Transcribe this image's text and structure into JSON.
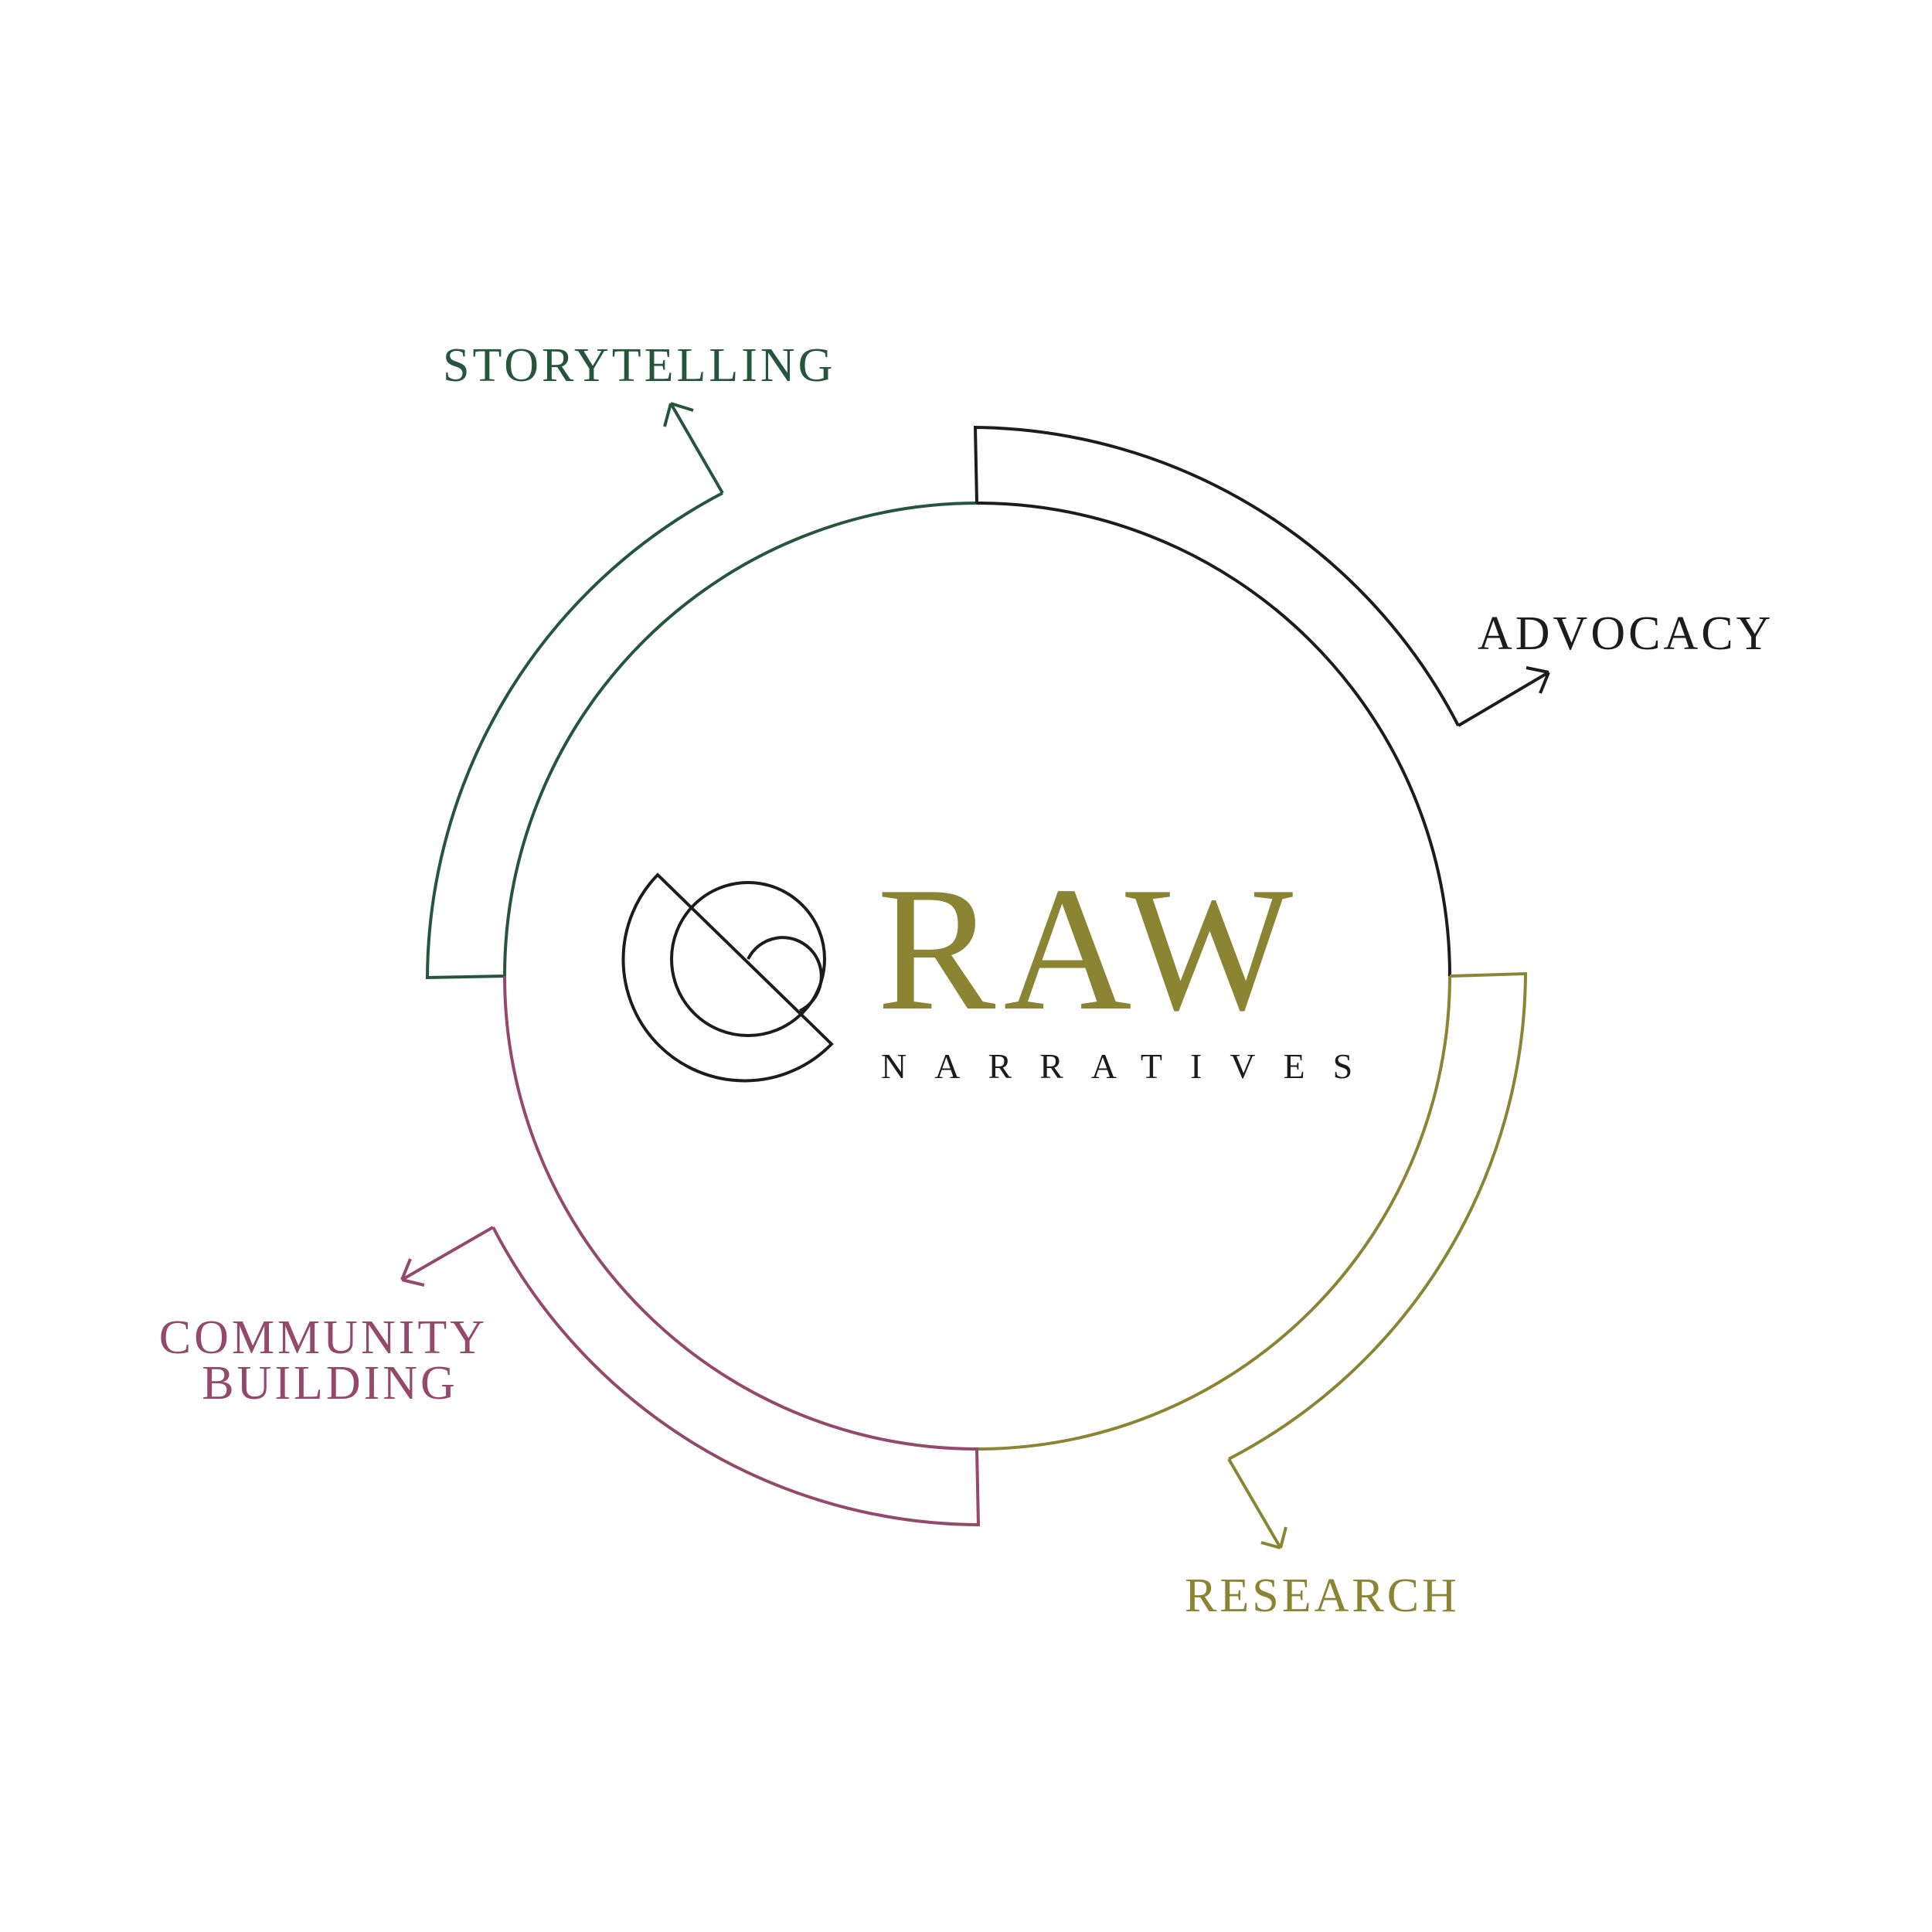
{
  "logo": {
    "name": "RAW",
    "tagline": "NARRATIVES",
    "name_color": "#8a8433",
    "mark_color": "#1c1c1c"
  },
  "segments": [
    {
      "id": "storytelling",
      "label": "STORYTELLING",
      "color": "#25553c"
    },
    {
      "id": "advocacy",
      "label": "ADVOCACY",
      "color": "#1c1c1c"
    },
    {
      "id": "research",
      "label": "RESEARCH",
      "color": "#8a8433"
    },
    {
      "id": "community-building",
      "label": "COMMUNITY BUILDING",
      "label_lines": [
        "COMMUNITY",
        "BUILDING"
      ],
      "color": "#94496b"
    }
  ]
}
